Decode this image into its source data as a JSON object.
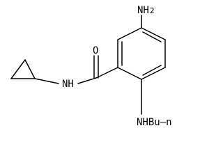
{
  "molecule": {
    "labels": {
      "amine_group": "NH",
      "amine_subscript": "2",
      "carbonyl_oxygen": "O",
      "amide_nh": "NH",
      "butylamino": "NHBu—n"
    }
  }
}
